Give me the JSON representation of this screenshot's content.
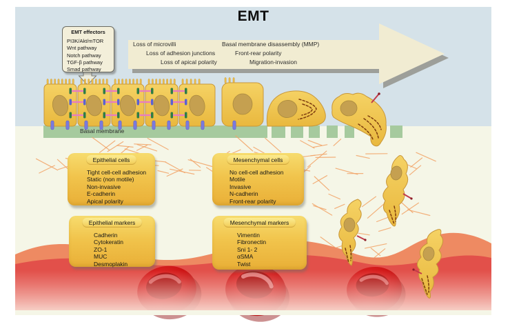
{
  "title": "EMT",
  "effectors_box": {
    "title": "EMT effectors",
    "items": [
      "PI3K/Akt/mTOR",
      "Wnt pathway",
      "Notch pathway",
      "TGF-β pathway",
      "Smad pathway"
    ]
  },
  "process_arrow": {
    "left_lines": [
      "Loss of microvilli",
      "Loss of adhesion junctions",
      "Loss of apical polarity"
    ],
    "right_lines": [
      "Basal membrane disassembly (MMP)",
      "Front-rear polarity",
      "Migration-invasion"
    ]
  },
  "membrane_label": "Basal membrane",
  "info_boxes": {
    "epithelial_cells": {
      "title": "Epithelial cells",
      "items": [
        "Tight cell-cell adhesion",
        "Static (non motile)",
        "Non-invasive",
        "E-cadherin",
        "Apical polarity"
      ]
    },
    "mesenchymal_cells": {
      "title": "Mesenchymal cells",
      "items": [
        "No cell-cell adhesion",
        "Motile",
        "Invasive",
        "N-cadherin",
        "Front-rear polarity"
      ]
    },
    "epithelial_markers": {
      "title": "Epithelial markers",
      "items": [
        "Cadherin",
        "Cytokeratin",
        "ZO-1",
        "MUC",
        "Desmoplakin"
      ]
    },
    "mesenchymal_markers": {
      "title": "Mesenchymal markers",
      "items": [
        "Vimentin",
        "Fibronectin",
        "Sni 1- 2",
        "αSMA",
        "Twist"
      ]
    }
  },
  "colors": {
    "sky": "#d5e2e9",
    "tissue": "#f5f6e7",
    "arrow_cream": "#f1ecd2",
    "membrane_green": "#a6ca9e",
    "cell_gold": "#eec04a",
    "nucleus": "#c5a050",
    "ecm_orange": "#f2a468",
    "vessel_red": "#e2504a",
    "vessel_salmon": "#ee8a62",
    "rbc_red": "#cc1414",
    "junction_pink": "#e87ac2",
    "junction_green": "#2f7d46",
    "junction_blue": "#5b63cf",
    "integrin_blue": "#7a7ade"
  }
}
